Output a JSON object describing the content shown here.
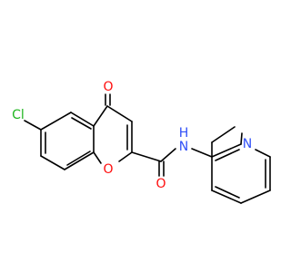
{
  "atoms": {
    "chlorine": "Cl",
    "ketone_oxygen": "O",
    "ring_oxygen": "O",
    "amide_oxygen": "O",
    "amide_nitrogen": "N",
    "amide_hydrogen": "H",
    "pyridine_nitrogen": "N"
  },
  "colors": {
    "bond": "#000000",
    "carbon_text": "#000000",
    "oxygen": "#ff0d0d",
    "nitrogen": "#3050f8",
    "chlorine": "#1fb51f",
    "background": "#ffffff"
  }
}
